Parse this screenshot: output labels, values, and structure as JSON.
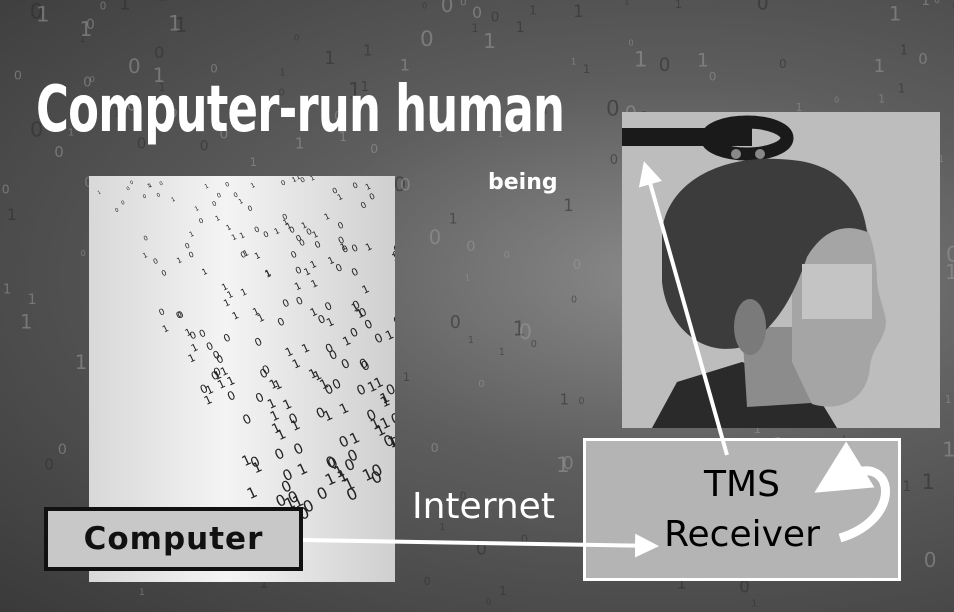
{
  "diagram": {
    "title": "Computer-run human",
    "subtitle": "being",
    "computer_label": "Computer",
    "internet_label": "Internet",
    "receiver_line1": "TMS",
    "receiver_line2": "Receiver"
  },
  "colors": {
    "background": "#4a4a4a",
    "title_text": "#ffffff",
    "computer_box": "#c8c8c8",
    "receiver_box": "#b4b4b4",
    "arrow": "#ffffff"
  },
  "icons": {
    "coil": "tms-coil-icon",
    "head": "human-head-icon"
  }
}
